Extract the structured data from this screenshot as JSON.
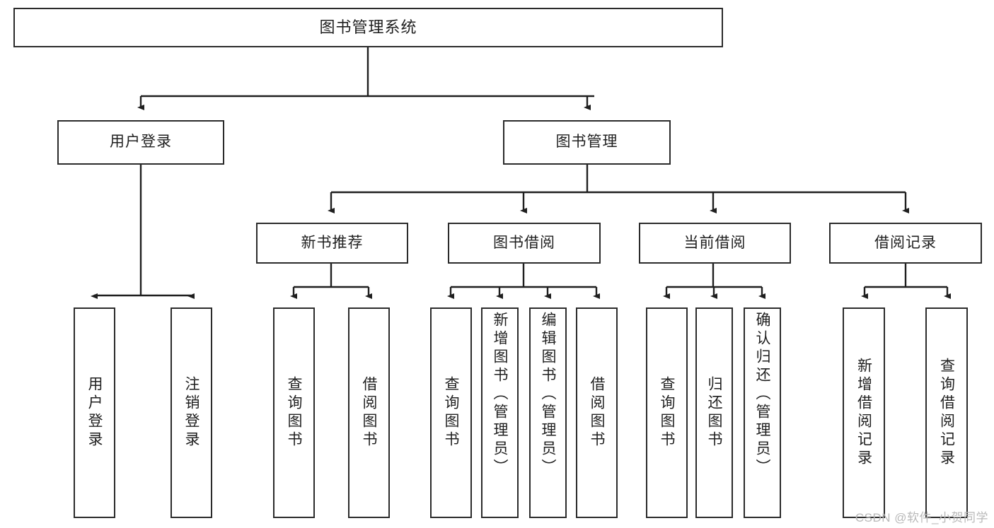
{
  "diagram": {
    "title": "图书管理系统",
    "type": "tree",
    "nodes": {
      "root": {
        "label": "图书管理系统"
      },
      "level2": [
        {
          "id": "user-login",
          "label": "用户登录"
        },
        {
          "id": "book-manage",
          "label": "图书管理"
        }
      ],
      "level3": [
        {
          "id": "new-book-recommend",
          "label": "新书推荐",
          "parent": "book-manage"
        },
        {
          "id": "book-borrow",
          "label": "图书借阅",
          "parent": "book-manage"
        },
        {
          "id": "current-borrow",
          "label": "当前借阅",
          "parent": "book-manage"
        },
        {
          "id": "borrow-record",
          "label": "借阅记录",
          "parent": "book-manage"
        }
      ],
      "leaves": [
        {
          "id": "leaf-user-login",
          "label": "用户登录",
          "parent": "user-login"
        },
        {
          "id": "leaf-logout-login",
          "label": "注销登录",
          "parent": "user-login"
        },
        {
          "id": "leaf-query-book-1",
          "label": "查询图书",
          "parent": "new-book-recommend"
        },
        {
          "id": "leaf-borrow-book-1",
          "label": "借阅图书",
          "parent": "new-book-recommend"
        },
        {
          "id": "leaf-query-book-2",
          "label": "查询图书",
          "parent": "book-borrow"
        },
        {
          "id": "leaf-add-book",
          "label": "新增图书（管理员）",
          "parent": "book-borrow"
        },
        {
          "id": "leaf-edit-book",
          "label": "编辑图书（管理员）",
          "parent": "book-borrow"
        },
        {
          "id": "leaf-borrow-book-2",
          "label": "借阅图书",
          "parent": "book-borrow"
        },
        {
          "id": "leaf-query-book-3",
          "label": "查询图书",
          "parent": "current-borrow"
        },
        {
          "id": "leaf-return-book",
          "label": "归还图书",
          "parent": "current-borrow"
        },
        {
          "id": "leaf-confirm-return",
          "label": "确认归还（管理员）",
          "parent": "current-borrow"
        },
        {
          "id": "leaf-add-record",
          "label": "新增借阅记录",
          "parent": "borrow-record"
        },
        {
          "id": "leaf-query-record",
          "label": "查询借阅记录",
          "parent": "borrow-record"
        }
      ]
    },
    "colors": {
      "border": "#2b2b2b",
      "background": "#ffffff",
      "text": "#1f1f1f",
      "edge": "#1f1f1f",
      "watermark": "#b9b9b9"
    }
  },
  "watermark": {
    "text": "CSDN @软件_小贺同学"
  }
}
